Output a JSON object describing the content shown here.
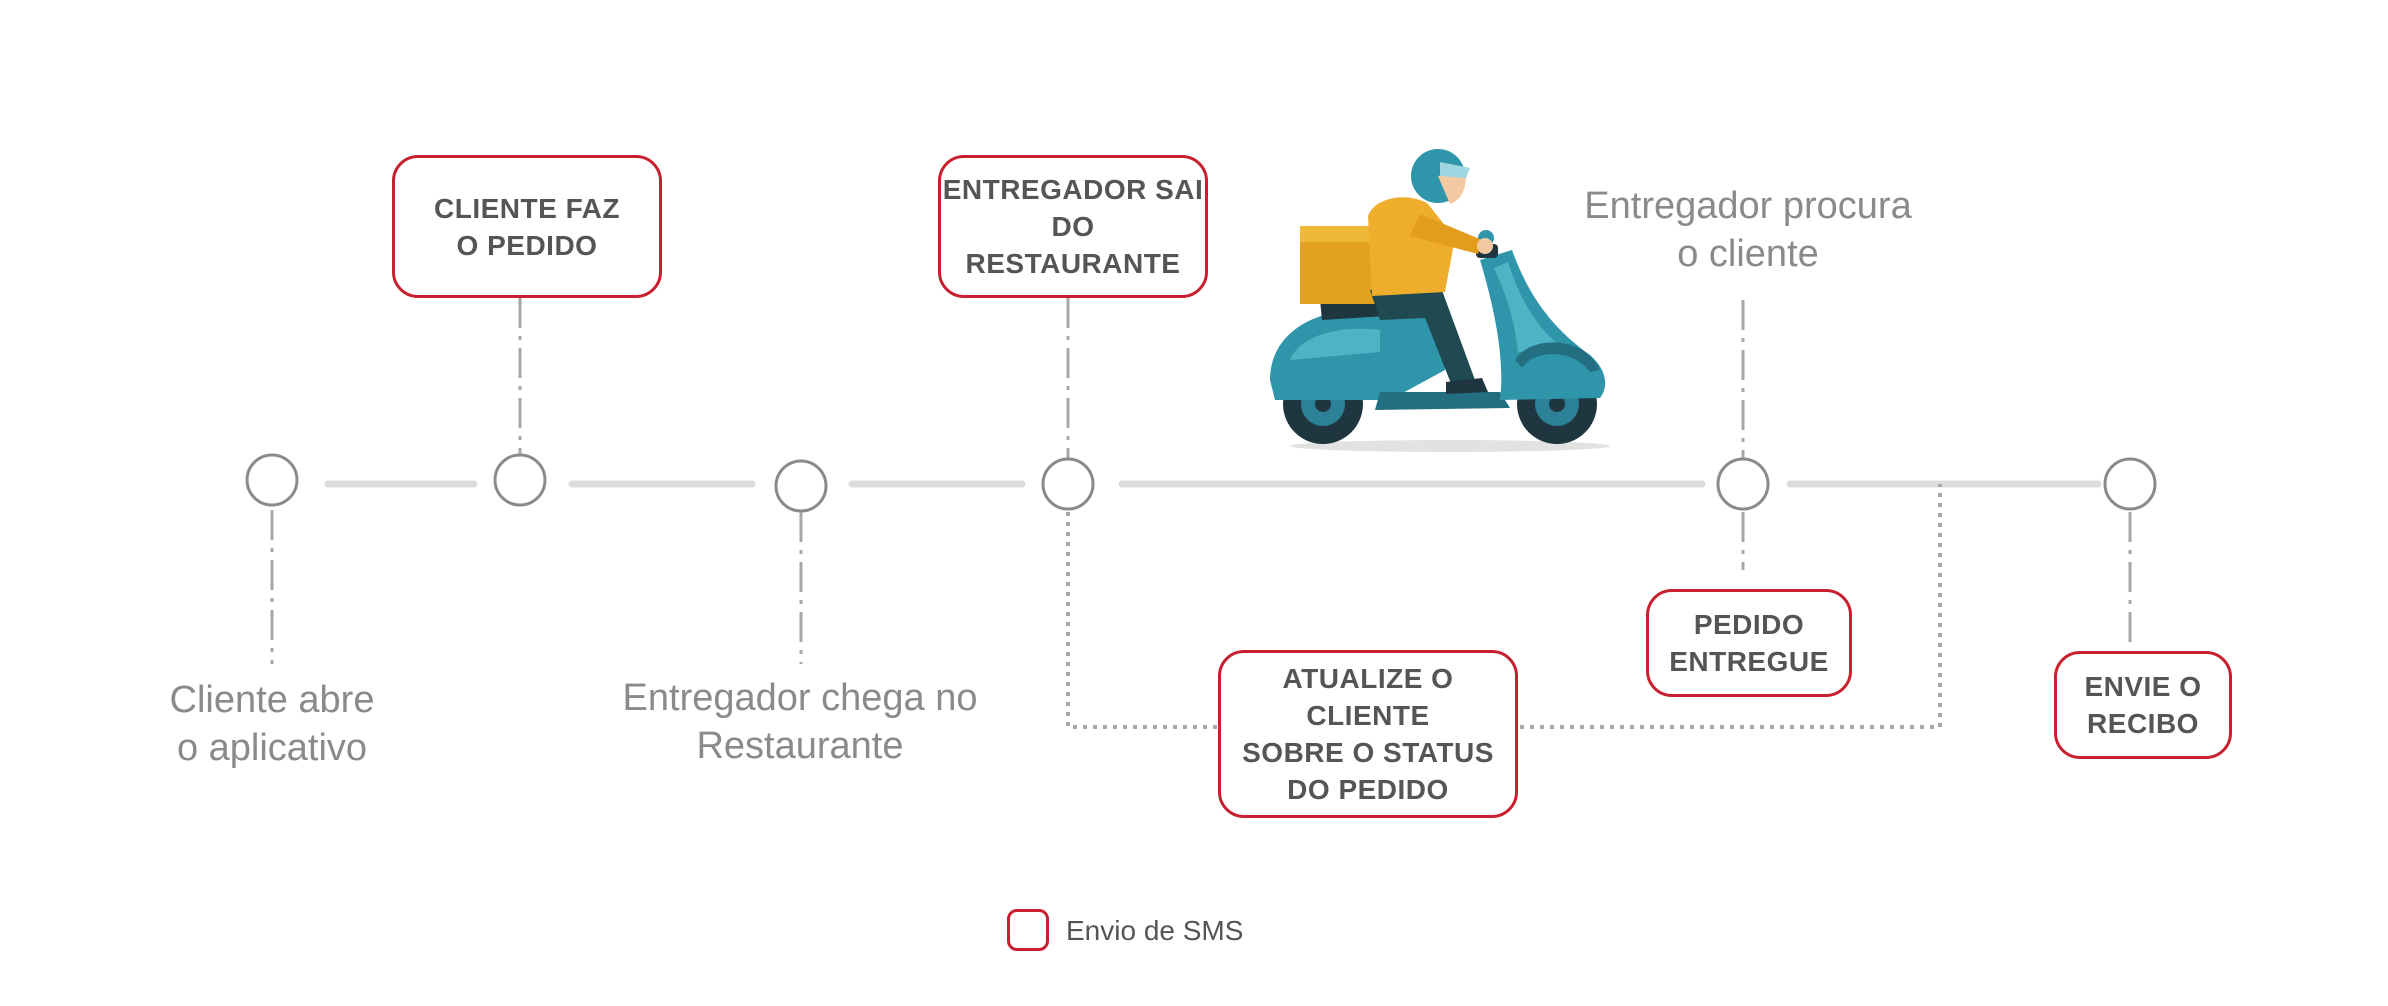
{
  "colors": {
    "sms_border": "#c8202f",
    "timeline": "#dcdcdc",
    "node": "#8a8a8a",
    "label": "#8a8a8a"
  },
  "steps": [
    {
      "label": "Cliente abre\no aplicativo"
    },
    {
      "sms": "CLIENTE FAZ\nO PEDIDO"
    },
    {
      "label": "Entregador chega no\nRestaurante"
    },
    {
      "sms": "ENTREGADOR SAI\nDO RESTAURANTE"
    },
    {
      "label": "Entregador procura\no cliente",
      "sms": "PEDIDO\nENTREGUE"
    },
    {
      "sms": "ENVIE O\nRECIBO"
    }
  ],
  "status_update": "ATUALIZE O CLIENTE\nSOBRE O STATUS\nDO PEDIDO",
  "illustration": {
    "icon": "delivery-scooter-rider-icon"
  },
  "legend": {
    "label": "Envio de SMS"
  }
}
